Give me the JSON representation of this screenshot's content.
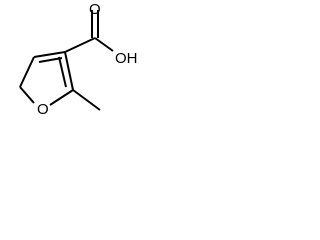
{
  "molecule": {
    "atoms": {
      "carbonyl_oxygen": "O",
      "hydroxyl": "OH",
      "ring_oxygen": "O"
    }
  },
  "colors": {
    "bond": "#000000",
    "text": "#000000",
    "background": "#ffffff"
  }
}
